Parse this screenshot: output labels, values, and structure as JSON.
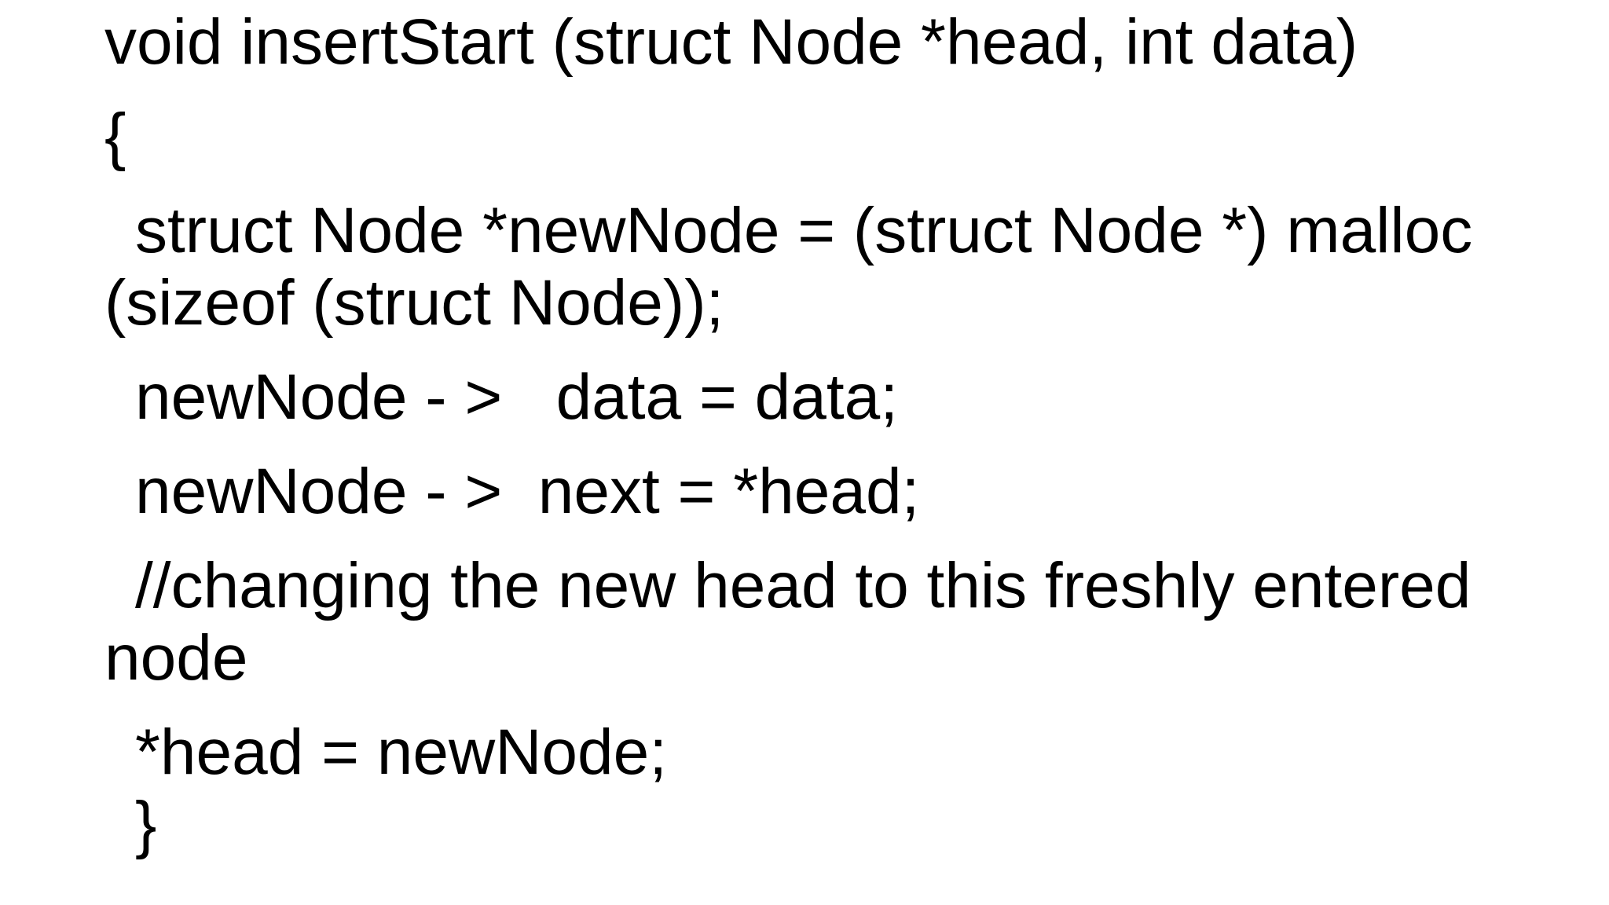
{
  "page": {
    "background_color": "#ffffff",
    "text_color": "#000000",
    "kind": "code-slide"
  },
  "code": {
    "language_hint": "C",
    "function_name": "insertStart",
    "lines": [
      {
        "text": "void insertStart (struct Node *head, int data)",
        "indent": 0,
        "para_start": true
      },
      {
        "text": "{",
        "indent": 0,
        "para_start": true
      },
      {
        "text": "struct Node *newNode = (struct Node *) malloc",
        "indent": 1,
        "para_start": true
      },
      {
        "text": "(sizeof (struct Node));",
        "indent": 0,
        "para_start": false
      },
      {
        "text": "newNode - >   data = data;",
        "indent": 1,
        "para_start": true
      },
      {
        "text": "newNode - >  next = *head;",
        "indent": 1,
        "para_start": true
      },
      {
        "text": "//changing the new head to this freshly entered",
        "indent": 1,
        "para_start": true
      },
      {
        "text": "node",
        "indent": 0,
        "para_start": false
      },
      {
        "text": "*head = newNode;",
        "indent": 1,
        "para_start": true
      },
      {
        "text": "}",
        "indent": 1,
        "para_start": false
      }
    ]
  }
}
